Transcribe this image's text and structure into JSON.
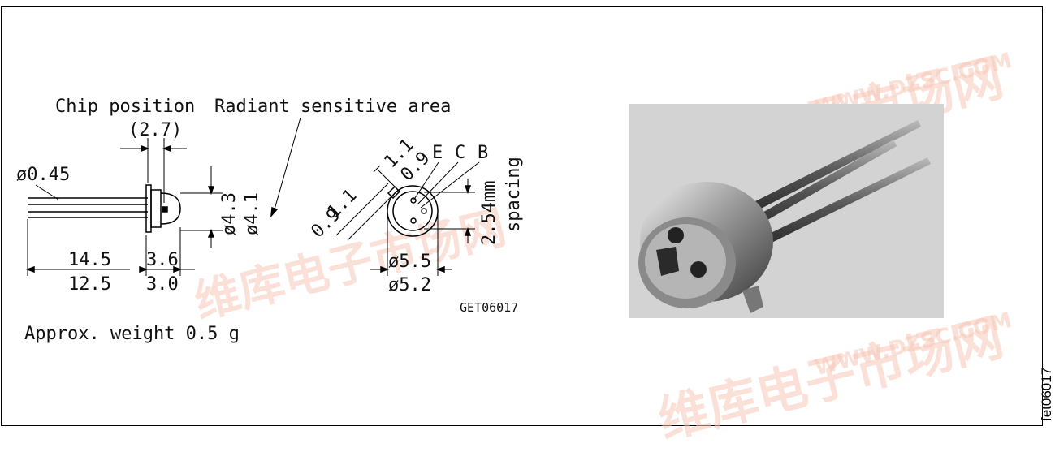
{
  "labels": {
    "chip_position": "Chip position",
    "radiant_area": "Radiant sensitive area",
    "chip_dim": "(2.7)",
    "lead_dia": "ø0.45",
    "len_a": "14.5",
    "len_b": "12.5",
    "len_c": "3.6",
    "len_d": "3.0",
    "dia_43": "ø4.3",
    "dia_41": "ø4.1",
    "d_11a": "1.1",
    "d_09a": "0.9",
    "d_11b": "1.1",
    "d_09b": "0.9",
    "pin_e": "E",
    "pin_c": "C",
    "pin_b": "B",
    "spacing": "2.54mm",
    "spacing2": "spacing",
    "dia_55": "ø5.5",
    "dia_52": "ø5.2",
    "ref": "GET06017",
    "weight": "Approx. weight 0.5 g",
    "fig_id": "fet06017"
  },
  "watermark": {
    "text": "维库电子市场网",
    "url": "WWW.DZSC.COM",
    "color": "#f0a080"
  }
}
